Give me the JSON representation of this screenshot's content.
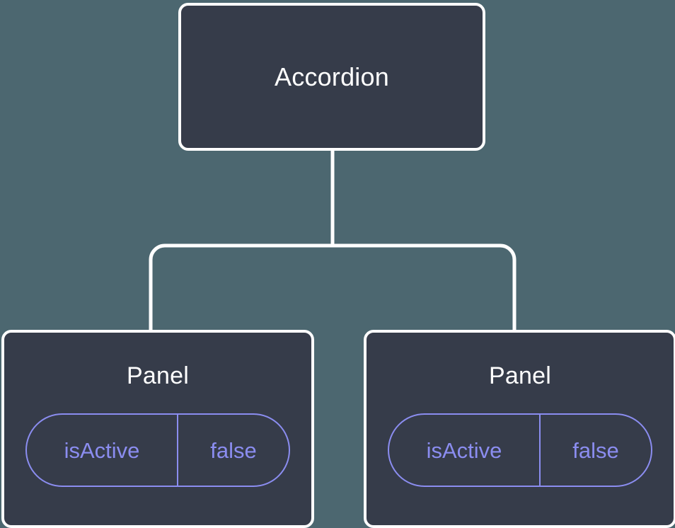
{
  "diagram": {
    "type": "component-tree",
    "background_color": "#4c6770",
    "node_fill_color": "#363c4a",
    "node_border_color": "#ffffff",
    "connector_color": "#ffffff",
    "accent_color": "#8b8df0",
    "root": {
      "label": "Accordion"
    },
    "children": [
      {
        "label": "Panel",
        "state": {
          "key": "isActive",
          "value": "false"
        }
      },
      {
        "label": "Panel",
        "state": {
          "key": "isActive",
          "value": "false"
        }
      }
    ]
  }
}
